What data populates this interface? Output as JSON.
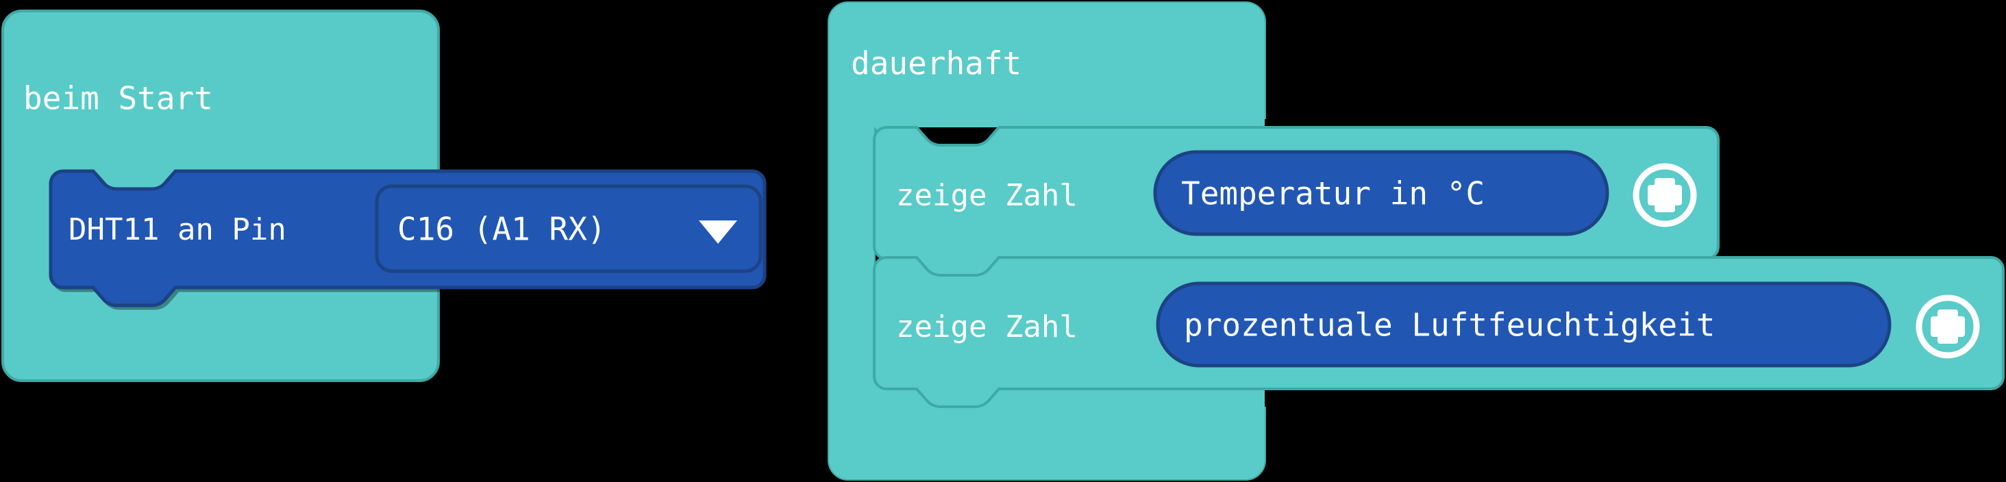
{
  "colors": {
    "background": "#000000",
    "event_block_fill": "#59CBC8",
    "event_block_stroke": "#3FA9A6",
    "value_block_fill": "#2157B3",
    "value_block_stroke": "#1C4385",
    "text": "#ffffff"
  },
  "workspace": {
    "stacks": [
      {
        "name": "on-start-stack",
        "hat": {
          "label": "beim Start",
          "kind": "event"
        },
        "statements": [
          {
            "label": "DHT11 an Pin",
            "kind": "value",
            "field": {
              "type": "dropdown",
              "value": "C16 (A1 RX)",
              "icon": "chevron-down-icon"
            }
          }
        ]
      },
      {
        "name": "forever-stack",
        "hat": {
          "label": "dauerhaft",
          "kind": "event"
        },
        "statements": [
          {
            "label": "zeige Zahl",
            "kind": "event",
            "argument": {
              "label": "Temperatur in °C",
              "kind": "reporter"
            },
            "expand_icon": "plus-circle-icon"
          },
          {
            "label": "zeige Zahl",
            "kind": "event",
            "argument": {
              "label": "prozentuale Luftfeuchtigkeit",
              "kind": "reporter"
            },
            "expand_icon": "plus-circle-icon"
          }
        ]
      }
    ]
  }
}
